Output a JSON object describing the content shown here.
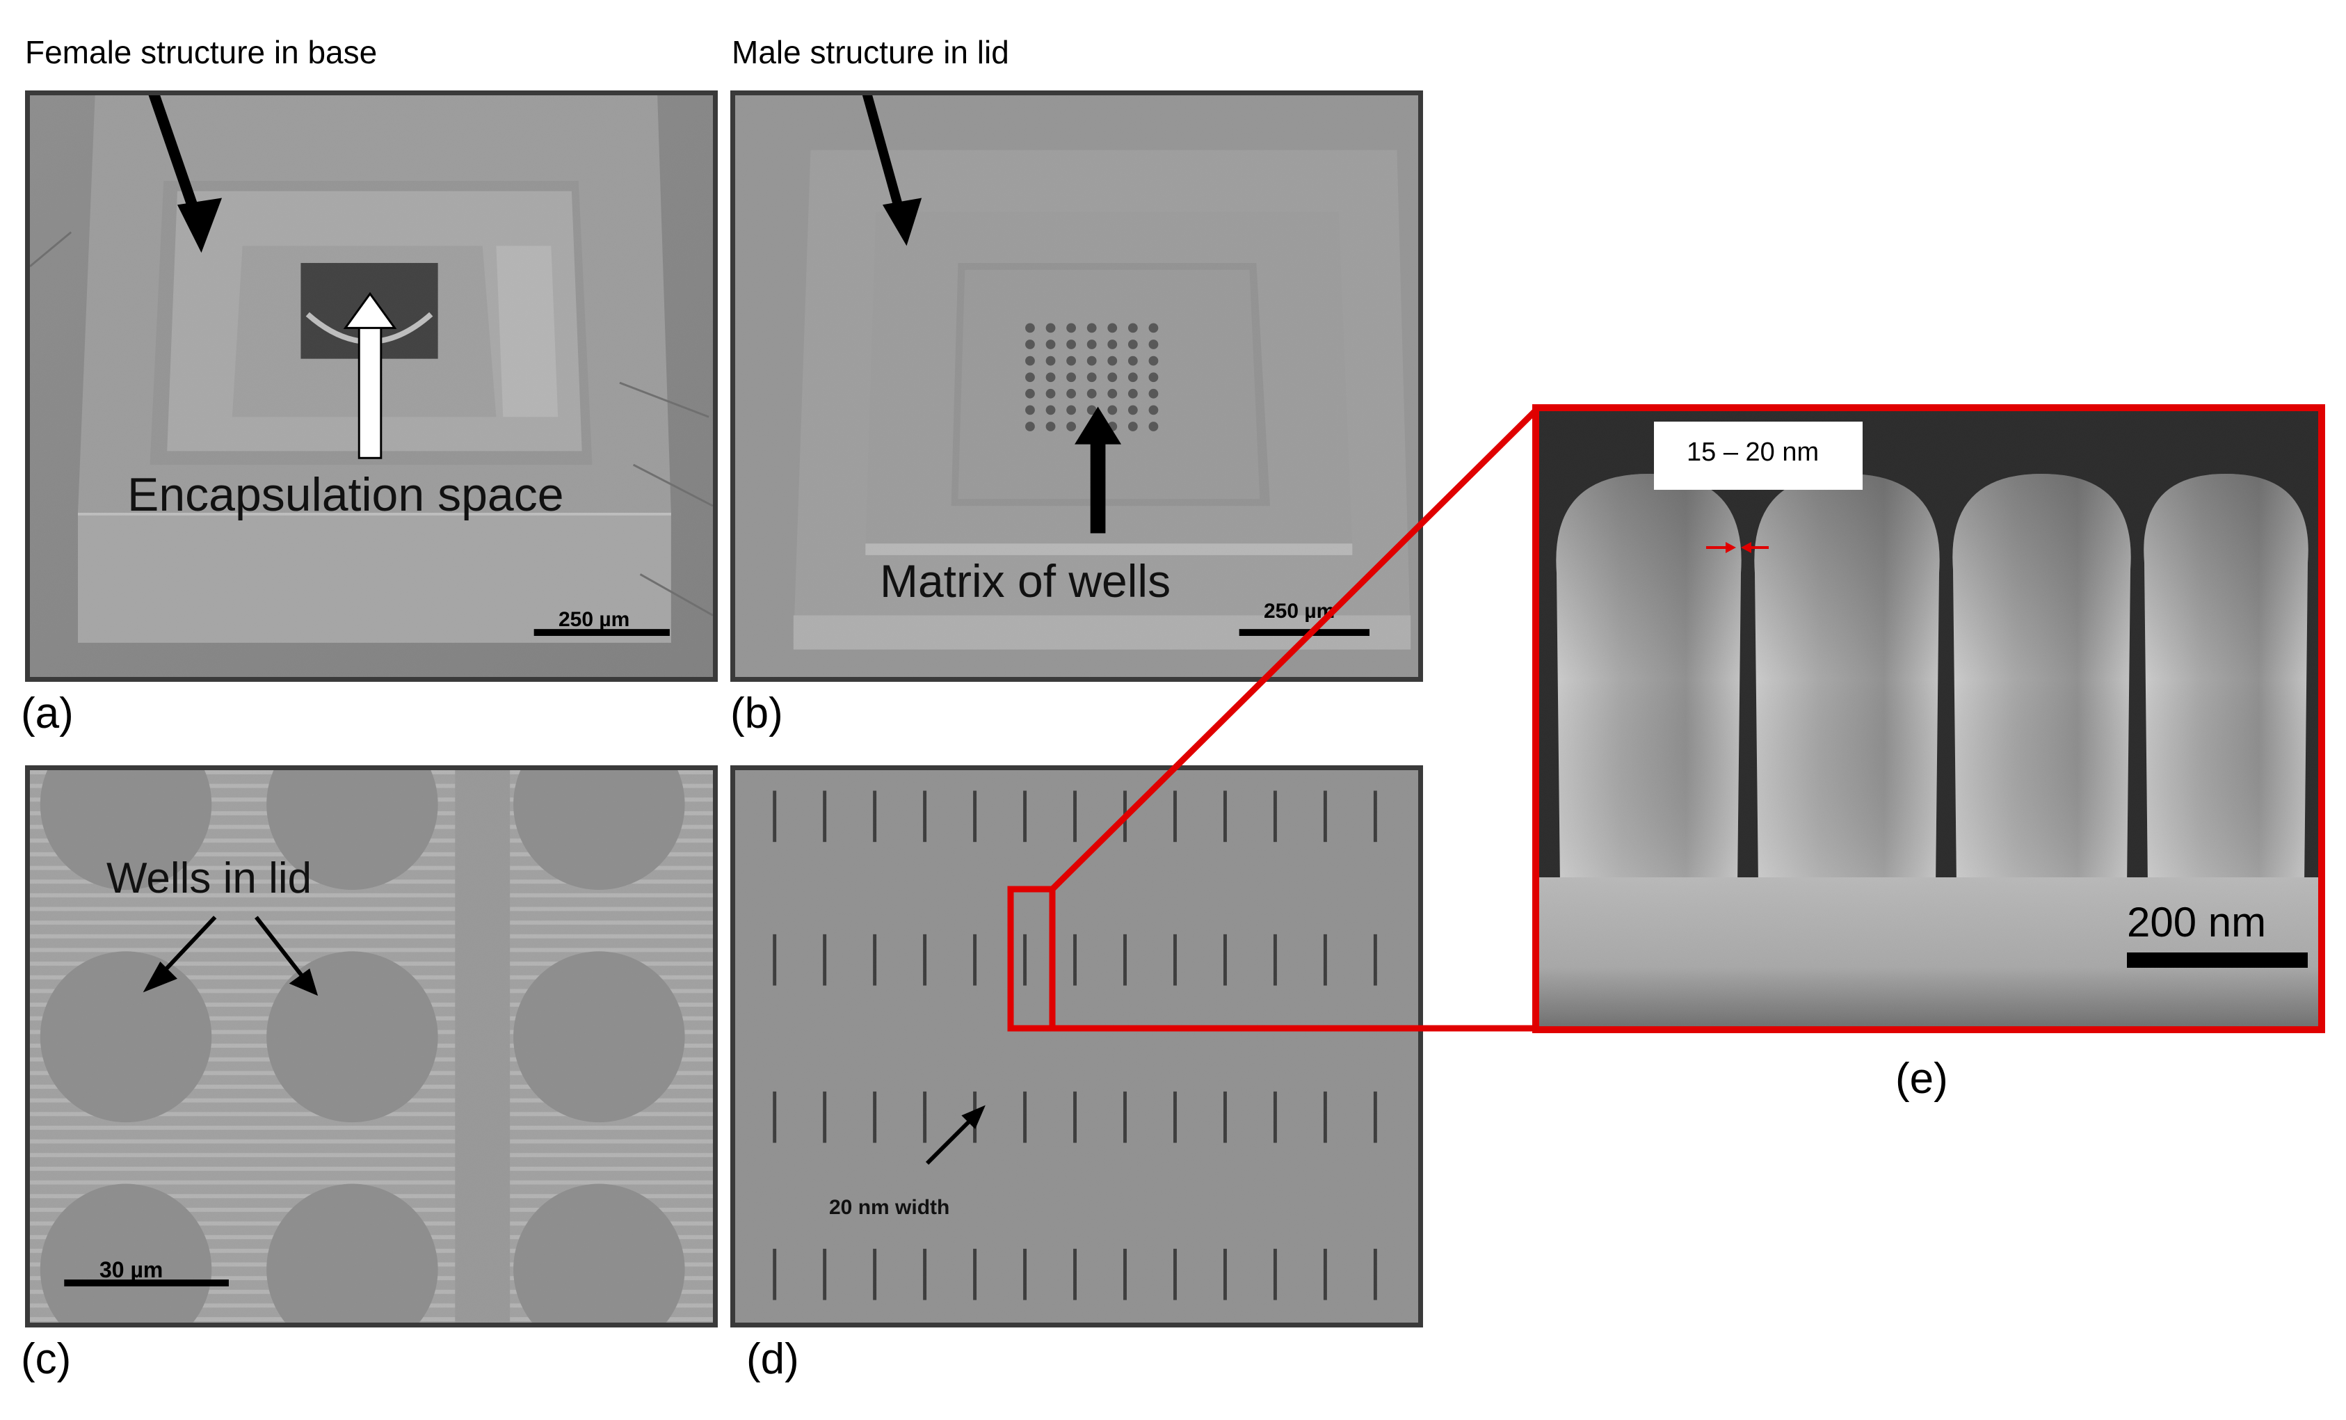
{
  "figure": {
    "panel_a": {
      "title": "Female structure in base",
      "annotation": "Encapsulation space",
      "scale_bar": "250 µm",
      "label": "(a)"
    },
    "panel_b": {
      "title": "Male structure in lid",
      "annotation": "Matrix of wells",
      "scale_bar": "250 µm",
      "label": "(b)"
    },
    "panel_c": {
      "annotation": "Wells in lid",
      "scale_bar": "30 µm",
      "label": "(c)"
    },
    "panel_d": {
      "annotation": "20 nm width",
      "label": "(d)"
    },
    "panel_e": {
      "gap_label": "15 – 20 nm",
      "scale_bar": "200 nm",
      "label": "(e)"
    }
  },
  "colors": {
    "highlight": "#e00000",
    "frame": "#3a3a3a"
  }
}
